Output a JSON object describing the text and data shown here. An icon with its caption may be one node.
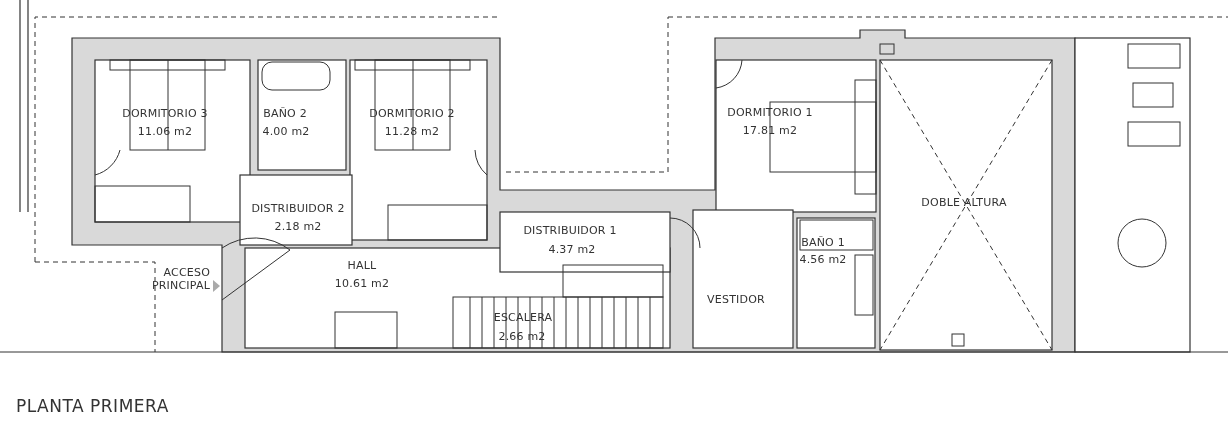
{
  "diagram": {
    "caption": "PLANTA PRIMERA",
    "labels": [
      "DORMITORIO 3",
      "11.06 m2",
      "BAÑO 2",
      "4.00 m2",
      "DORMITORIO 2",
      "11.28 m2",
      "DORMITORIO 1",
      "17.81 m2",
      "DOBLE ALTURA",
      "DISTRIBUIDOR 2",
      "2.18 m2",
      "DISTRIBUIDOR 1",
      "4.37 m2",
      "BAÑO 1",
      "4.56 m2",
      "ACCESO PRINCIPAL",
      "HALL",
      "10.61 m2",
      "VESTIDOR",
      "ESCALERA",
      "2.66 m2"
    ]
  }
}
